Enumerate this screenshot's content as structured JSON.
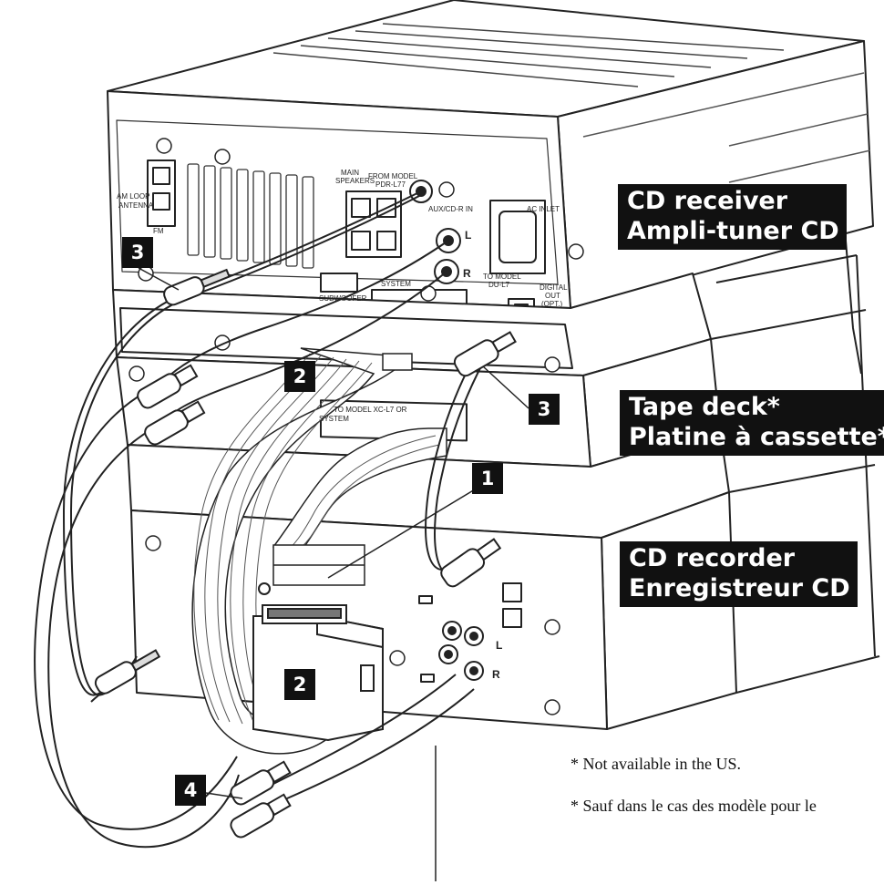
{
  "device_labels": {
    "receiver": [
      "CD receiver",
      "Ampli-tuner CD"
    ],
    "tape_deck": [
      "Tape deck*",
      "Platine à cassette*"
    ],
    "recorder": [
      "CD recorder",
      "Enregistreur CD"
    ]
  },
  "callouts": {
    "c1": "1",
    "c2_top": "2",
    "c2_bottom": "2",
    "c3_left": "3",
    "c3_right": "3",
    "c4": "4"
  },
  "panel_text": {
    "am_loop": "AM LOOP",
    "antenna": "ANTENNA",
    "fm": "FM",
    "main_speakers": "MAIN",
    "speakers": "SPEAKERS",
    "from_model": "FROM MODEL",
    "pdr_l77": "PDR-L77",
    "aux_cdr_in": "AUX/CD-R IN",
    "ac_inlet": "AC INLET",
    "to_model_du": "TO MODEL",
    "du_l7": "DU-L7",
    "digital_out": "DIGITAL",
    "out": "OUT",
    "opt": "(OPT.)",
    "system": "SYSTEM",
    "subwoofer": "SUBWOOFER",
    "to_model_xc": "TO MODEL  XC-L7  OR",
    "l": "L",
    "r": "R"
  },
  "footnotes": [
    "* Not available in the US.",
    "* Sauf dans le cas des modèle pour le"
  ]
}
